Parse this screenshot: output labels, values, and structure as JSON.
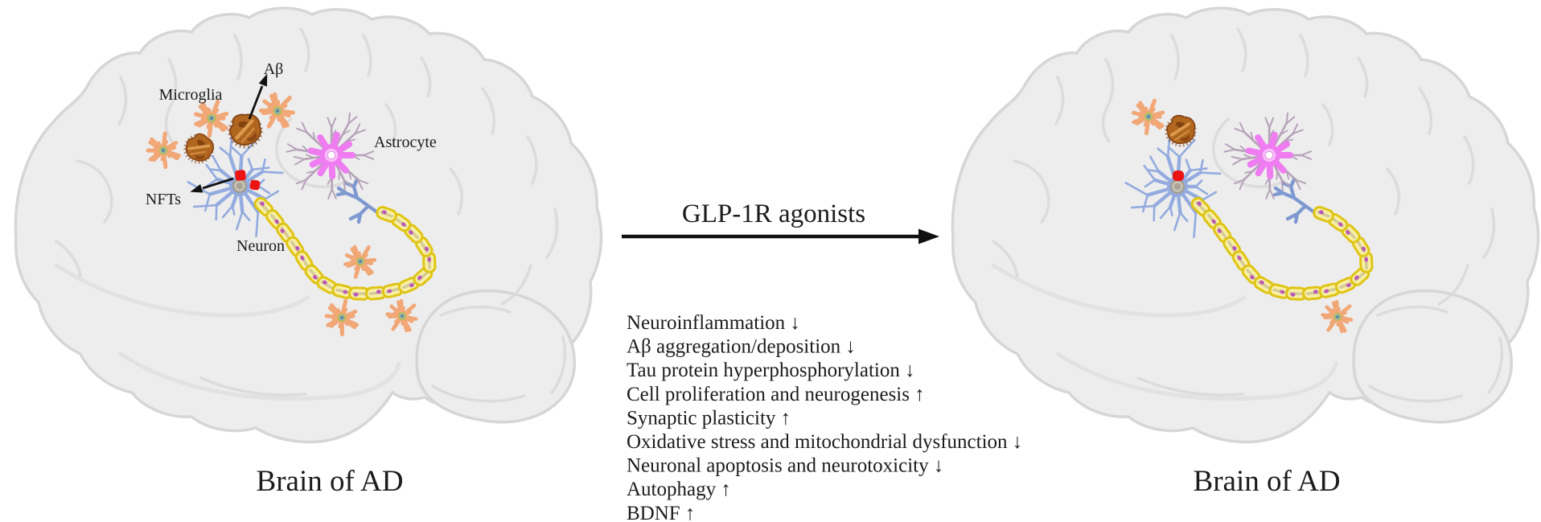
{
  "figure": {
    "left_brain": {
      "caption": "Brain of AD",
      "labels": {
        "microglia": "Microglia",
        "abeta": "Aβ",
        "astrocyte": "Astrocyte",
        "nfts": "NFTs",
        "neuron": "Neuron"
      }
    },
    "right_brain": {
      "caption": "Brain of AD"
    },
    "treatment": {
      "arrow_label": "GLP-1R agonists",
      "effects": [
        "Neuroinflammation ↓",
        "Aβ aggregation/deposition ↓",
        "Tau protein hyperphosphorylation ↓",
        "Cell proliferation and neurogenesis ↑",
        "Synaptic plasticity ↑",
        "Oxidative stress and mitochondrial dysfunction ↓",
        "Neuronal apoptosis and neurotoxicity ↓",
        "Autophagy ↑",
        "BDNF ↑"
      ]
    },
    "colors": {
      "microglia": "#f2a777",
      "microglia_core": "#8fb3bd",
      "microglia_ring": "#b9bd54",
      "plaque": "#b0661f",
      "plaque_dark": "#7c3c0e",
      "plaque_light": "#dd9b4e",
      "astrocyte_body": "#ef7cf0",
      "astrocyte_ring": "#f9c0fa",
      "astrocyte_branches": "#b5a2b8",
      "neuron": "#93abdf",
      "terminal": "#7e99d1",
      "nucleus": "#c6c0b4",
      "myelin_rim": "#e0c413",
      "myelin_fill": "#f7f0a5",
      "myelin_core": "#cabe96",
      "myelin_dot": "#bb58b8",
      "nft": "#ec1313",
      "brain_fill": "#ededed",
      "brain_outline": "#d6d6d6",
      "brain_gyri": "#d9d9d9",
      "text": "#1b1b1b"
    }
  }
}
